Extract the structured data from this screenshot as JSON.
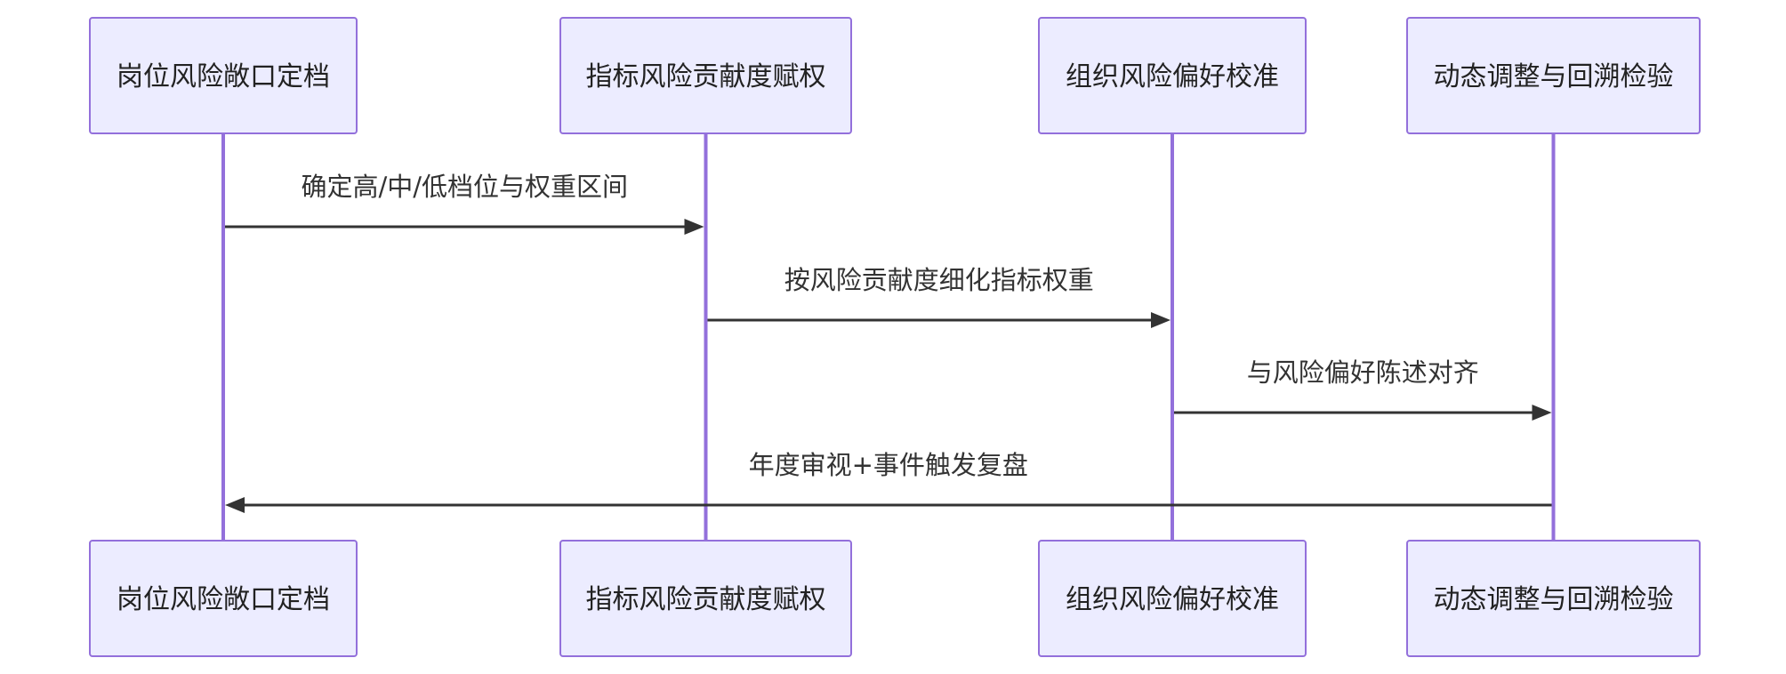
{
  "participants": [
    {
      "id": "p1",
      "label": "岗位风险敞口定档"
    },
    {
      "id": "p2",
      "label": "指标风险贡献度赋权"
    },
    {
      "id": "p3",
      "label": "组织风险偏好校准"
    },
    {
      "id": "p4",
      "label": "动态调整与回溯检验"
    }
  ],
  "messages": [
    {
      "from": 0,
      "to": 1,
      "label": "确定高/中/低档位与权重区间"
    },
    {
      "from": 1,
      "to": 2,
      "label": "按风险贡献度细化指标权重"
    },
    {
      "from": 2,
      "to": 3,
      "label": "与风险偏好陈述对齐"
    },
    {
      "from": 3,
      "to": 0,
      "label": "年度审视+事件触发复盘"
    }
  ],
  "colors": {
    "actor_fill": "#ececff",
    "actor_stroke": "#9370db",
    "lifeline": "#9370db",
    "message": "#333333"
  }
}
